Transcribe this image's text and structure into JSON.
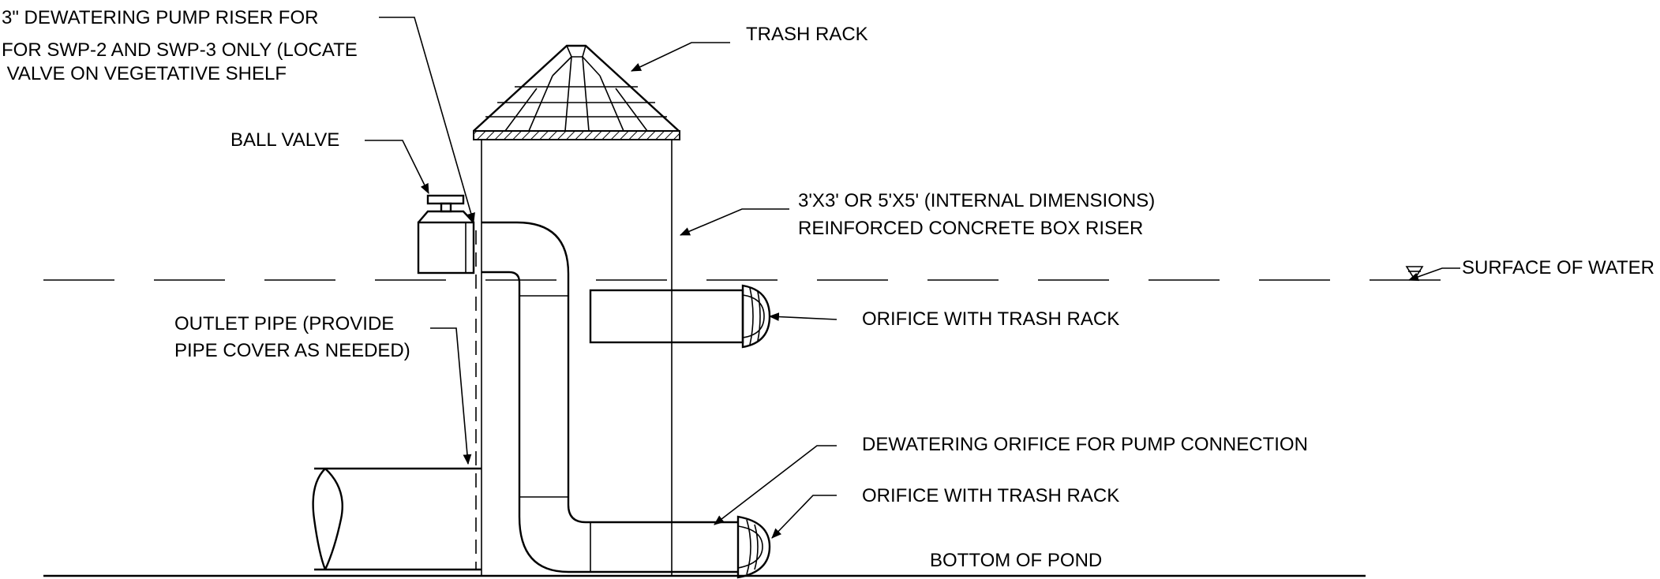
{
  "labels": {
    "dewatering_riser_line1": "3\" DEWATERING PUMP RISER FOR",
    "dewatering_riser_line2": "FOR SWP-2 AND SWP-3 ONLY (LOCATE",
    "dewatering_riser_line3": " VALVE ON VEGETATIVE SHELF",
    "trash_rack": "TRASH RACK",
    "ball_valve": "BALL VALVE",
    "box_riser_line1": "3'X3' OR 5'X5' (INTERNAL DIMENSIONS)",
    "box_riser_line2": "REINFORCED CONCRETE BOX RISER",
    "surface_of_water": "SURFACE OF WATER",
    "orifice_upper": "ORIFICE WITH TRASH RACK",
    "outlet_pipe_line1": "OUTLET PIPE (PROVIDE",
    "outlet_pipe_line2": "PIPE COVER AS NEEDED)",
    "dewatering_orifice": "DEWATERING ORIFICE FOR PUMP CONNECTION",
    "orifice_lower": "ORIFICE WITH TRASH RACK",
    "bottom_of_pond": "BOTTOM OF POND"
  },
  "colors": {
    "line": "#000000",
    "background": "#ffffff"
  }
}
